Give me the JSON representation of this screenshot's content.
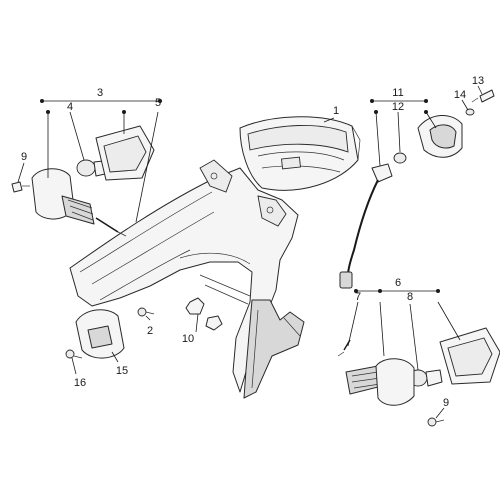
{
  "callouts": [
    {
      "id": "c1",
      "label": "1"
    },
    {
      "id": "c2",
      "label": "2"
    },
    {
      "id": "c3",
      "label": "3"
    },
    {
      "id": "c4",
      "label": "4"
    },
    {
      "id": "c5",
      "label": "5"
    },
    {
      "id": "c6",
      "label": "6"
    },
    {
      "id": "c7",
      "label": "7"
    },
    {
      "id": "c8",
      "label": "8"
    },
    {
      "id": "c9a",
      "label": "9"
    },
    {
      "id": "c9b",
      "label": "9"
    },
    {
      "id": "c10",
      "label": "10"
    },
    {
      "id": "c11",
      "label": "11"
    },
    {
      "id": "c12",
      "label": "12"
    },
    {
      "id": "c13",
      "label": "13"
    },
    {
      "id": "c14",
      "label": "14"
    },
    {
      "id": "c15",
      "label": "15"
    },
    {
      "id": "c16",
      "label": "16"
    }
  ],
  "colors": {
    "line": "#2a2a2a",
    "fill": "#f5f5f5",
    "shade": "#d8d8d8",
    "background": "#ffffff"
  }
}
